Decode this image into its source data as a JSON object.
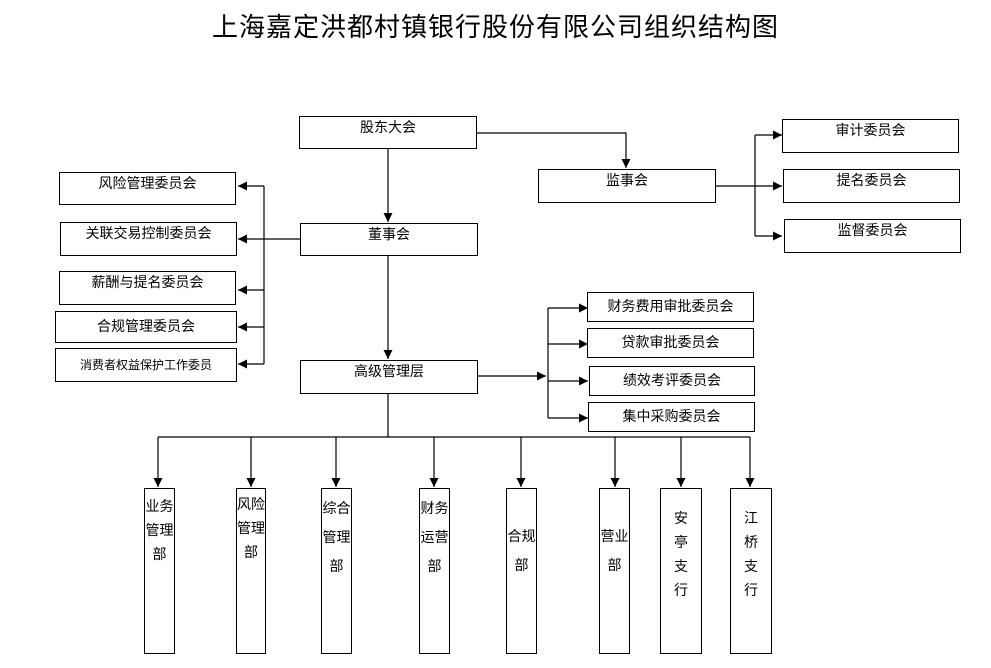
{
  "title": "上海嘉定洪都村镇银行股份有限公司组织结构图",
  "nodes": {
    "shareholders": "股东大会",
    "supervisory_board": "监事会",
    "board": "董事会",
    "senior_management": "高级管理层",
    "audit_committee": "审计委员会",
    "nomination_committee_sup": "提名委员会",
    "supervision_committee": "监督委员会",
    "risk_committee": "风险管理委员会",
    "related_party_committee": "关联交易控制委员会",
    "remuneration_committee": "薪酬与提名委员会",
    "compliance_committee": "合规管理委员会",
    "consumer_committee": "消费者权益保护工作委员",
    "finance_approval_committee": "财务费用审批委员会",
    "loan_approval_committee": "贷款审批委员会",
    "performance_committee": "绩效考评委员会",
    "procurement_committee": "集中采购委员会",
    "dept_business": "业务管理部",
    "dept_risk": "风险管理部",
    "dept_general": "综合管理部",
    "dept_finance_ops": "财务运营部",
    "dept_compliance": "合规部",
    "dept_operations": "营业部",
    "branch_anting": "安亭支行",
    "branch_jiangqiao": "江桥支行"
  }
}
